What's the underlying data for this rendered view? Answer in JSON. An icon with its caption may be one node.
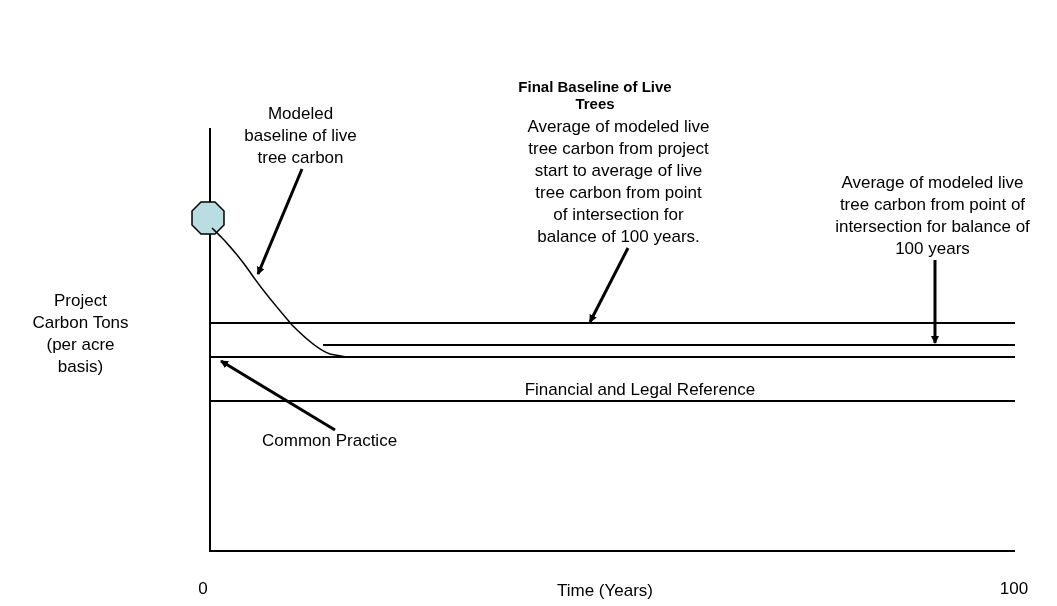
{
  "diagram": {
    "nodes": [
      {
        "text": [
          "Modeled baseline of live tree carbon"
        ]
      },
      {
        "text": [],
        "shape": "curve"
      },
      {
        "text": [
          "Final Baseline of Live Trees",
          "Average of modeled live tree carbon from project start to average of live tree carbon from point of intersection for balance of 100 years."
        ]
      },
      {
        "text": [],
        "shape": "line"
      },
      {
        "text": [
          "Average of modeled live tree carbon from point of intersection for balance of 100 years"
        ]
      },
      {
        "text": [],
        "shape": "line"
      },
      {
        "text": [
          "Common Practice"
        ]
      },
      {
        "text": [],
        "shape": "line"
      }
    ],
    "edges": [
      {
        "from": 0,
        "to": 1,
        "arrow": "to"
      },
      {
        "from": 2,
        "to": 3,
        "arrow": "to"
      },
      {
        "from": 4,
        "to": 5,
        "arrow": "to"
      },
      {
        "from": 6,
        "to": 7,
        "arrow": "to"
      }
    ],
    "labels": [
      "Project Carbon Tons (per acre basis)",
      "Financial and Legal Reference",
      "0",
      "Time (Years)",
      "100"
    ]
  }
}
